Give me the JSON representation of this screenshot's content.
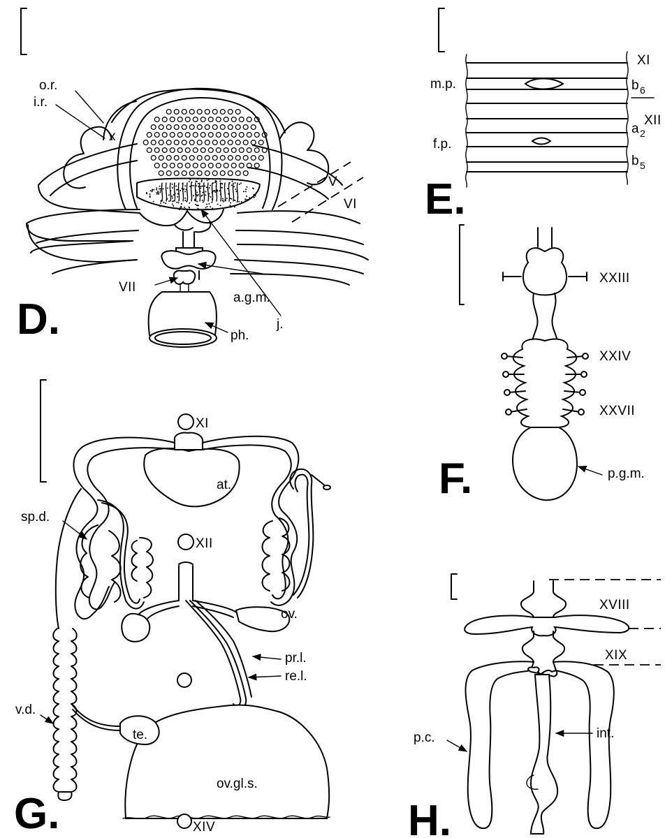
{
  "panels": {
    "D": {
      "letter": "D.",
      "labels": {
        "or": "o.r.",
        "ir": "i.r.",
        "x": "x",
        "V": "V",
        "VI": "VI",
        "j": "j.",
        "VII": "VII",
        "agm": "a.g.m.",
        "ph": "ph."
      }
    },
    "E": {
      "letter": "E.",
      "labels": {
        "XI": "XI",
        "mp": "m.p.",
        "b6": "b",
        "b6_sub": "6",
        "XII": "XII",
        "a2": "a",
        "a2_sub": "2",
        "fp": "f.p.",
        "b5": "b",
        "b5_sub": "5"
      }
    },
    "F": {
      "letter": "F.",
      "labels": {
        "XXIII": "XXIII",
        "XXIV": "XXIV",
        "XXVII": "XXVII",
        "pgm": "p.g.m."
      }
    },
    "G": {
      "letter": "G.",
      "labels": {
        "XI": "XI",
        "at": "at.",
        "spd": "sp.d.",
        "XII": "XII",
        "ov": "ov.",
        "prl": "pr.l.",
        "rel": "re.l.",
        "vd": "v.d.",
        "te": "te.",
        "ovgls": "ov.gl.s.",
        "XIV": "XIV"
      }
    },
    "H": {
      "letter": "H.",
      "labels": {
        "XVIII": "XVIII",
        "XIX": "XIX",
        "pc": "p.c.",
        "int": "int."
      }
    }
  }
}
